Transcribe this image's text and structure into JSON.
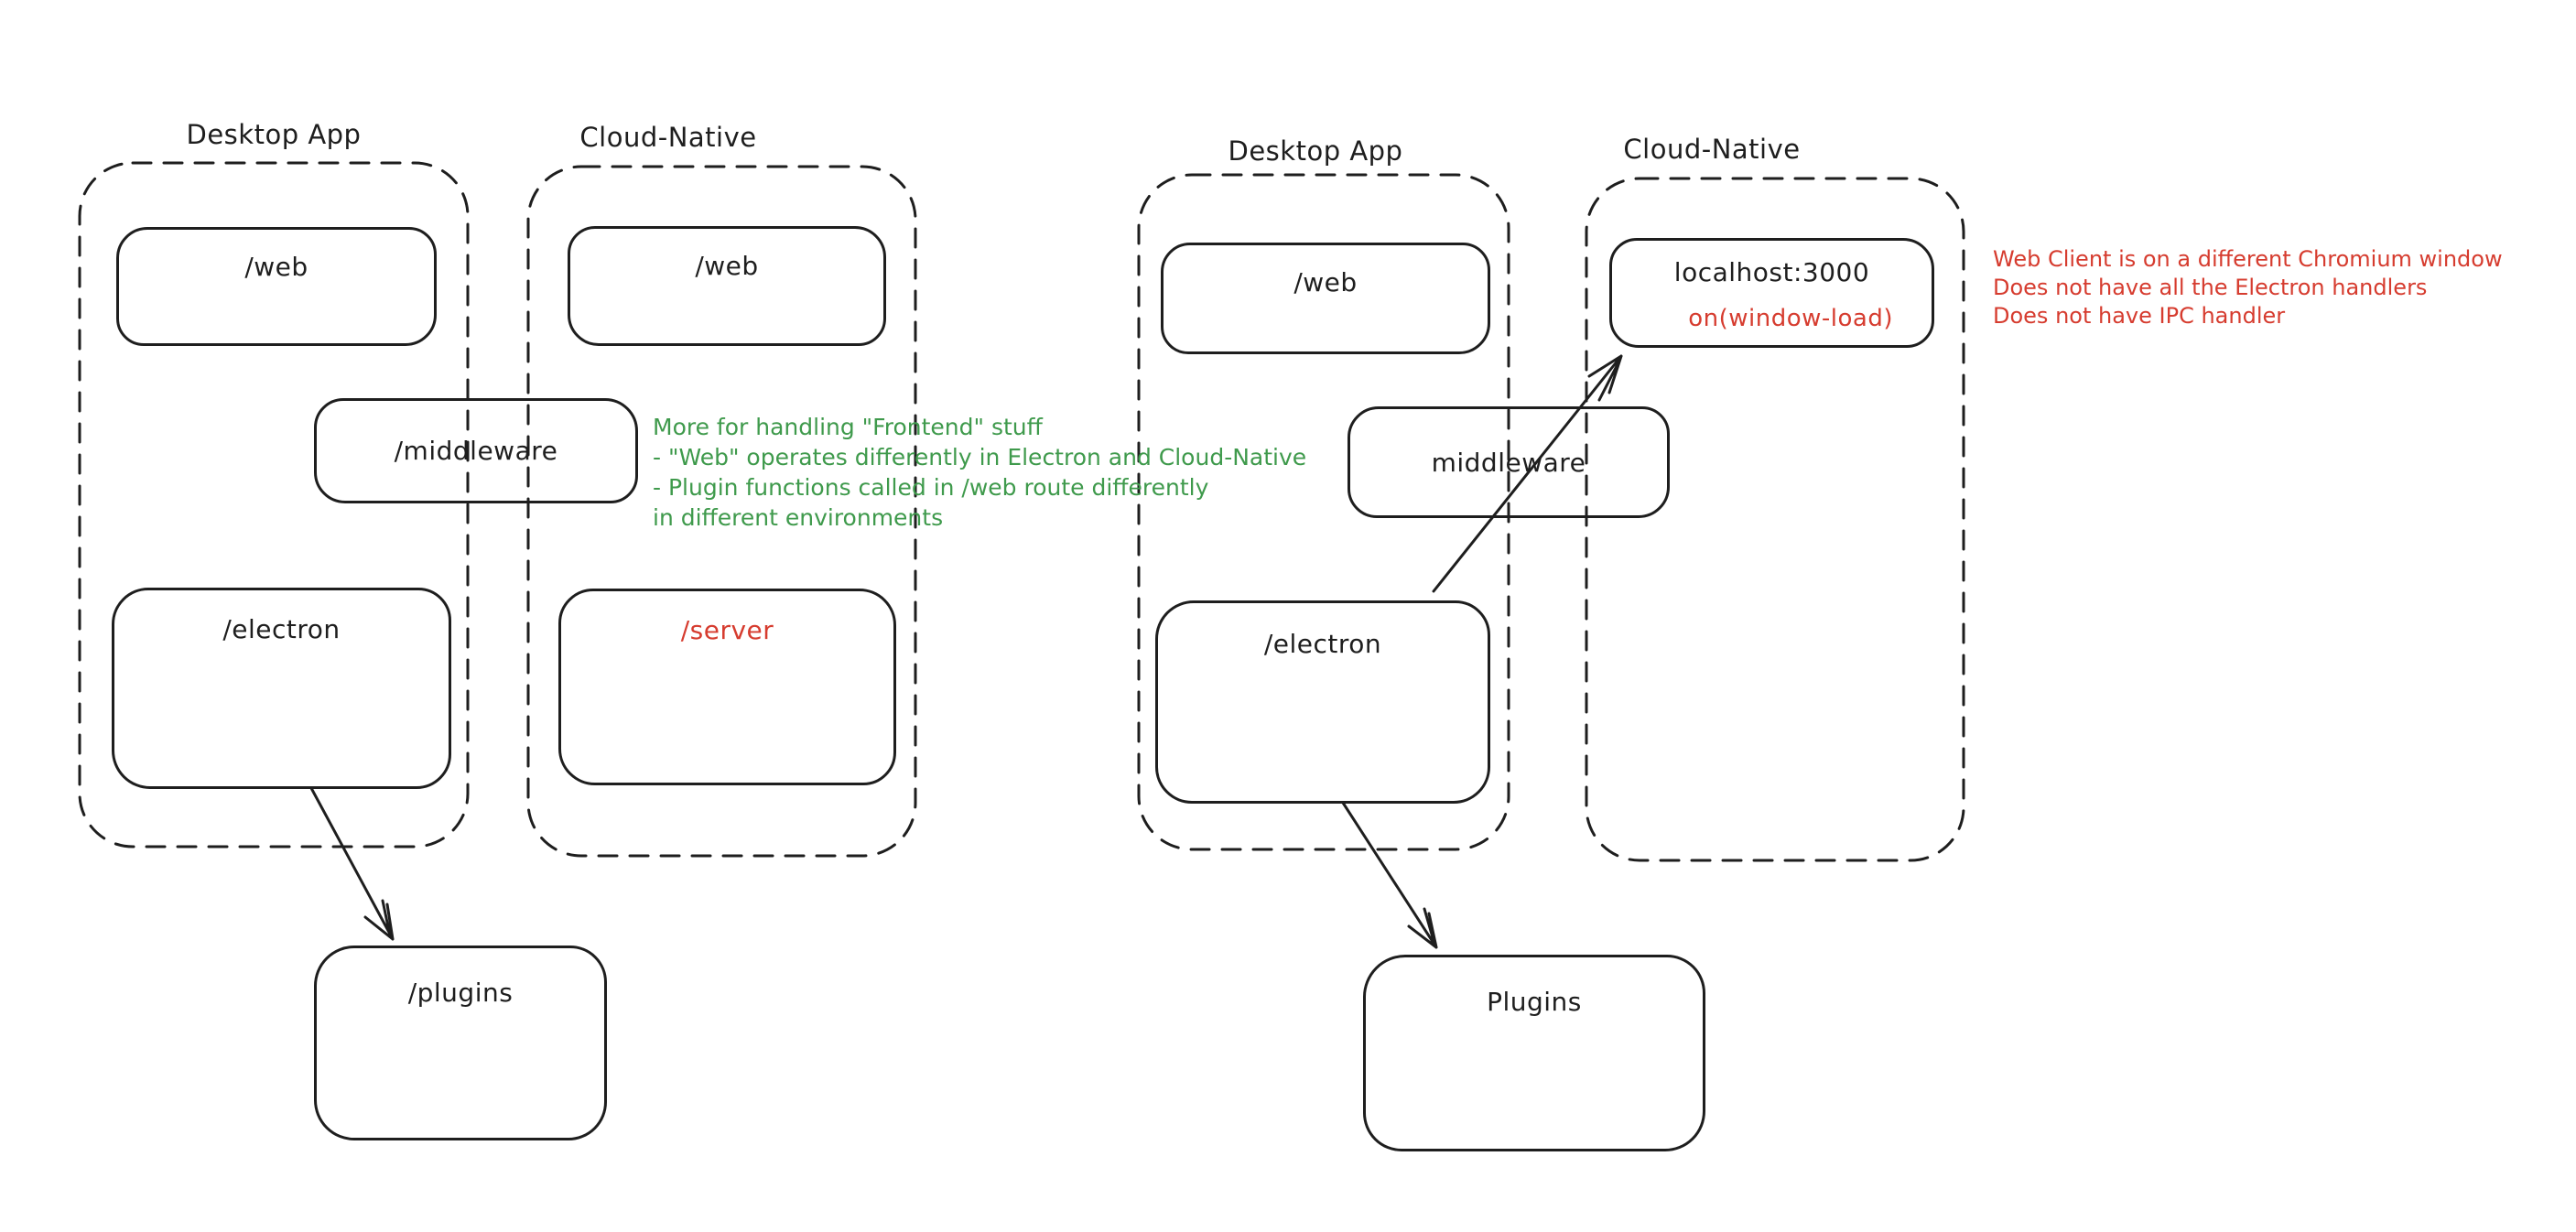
{
  "canvas": {
    "background": "#ffffff"
  },
  "palette": {
    "ink": "#1e1e1e",
    "green": "#3f9a4c",
    "red": "#d63c2f"
  },
  "diagram_left": {
    "group_desktop": {
      "title": "Desktop App"
    },
    "group_cloud": {
      "title": "Cloud-Native"
    },
    "boxes": {
      "web_desktop": {
        "label": "/web"
      },
      "web_cloud": {
        "label": "/web"
      },
      "middleware": {
        "label": "/middleware"
      },
      "electron": {
        "label": "/electron"
      },
      "server": {
        "label": "/server"
      },
      "plugins": {
        "label": "/plugins"
      }
    },
    "note_green": {
      "lines": [
        "More for handling \"Frontend\" stuff",
        "- \"Web\" operates differently in Electron and Cloud-Native",
        "- Plugin functions called in /web route differently",
        "in different environments"
      ]
    }
  },
  "diagram_right": {
    "group_desktop": {
      "title": "Desktop App"
    },
    "group_cloud": {
      "title": "Cloud-Native"
    },
    "boxes": {
      "web_desktop": {
        "label": "/web"
      },
      "localhost": {
        "label": "localhost:3000",
        "sublabel": "on(window-load)"
      },
      "middleware": {
        "label": "middleware"
      },
      "electron": {
        "label": "/electron"
      },
      "plugins": {
        "label": "Plugins"
      }
    },
    "note_red": {
      "lines": [
        "Web Client is on a different Chromium window",
        "Does not have all the Electron handlers",
        "Does not have IPC handler"
      ]
    }
  }
}
